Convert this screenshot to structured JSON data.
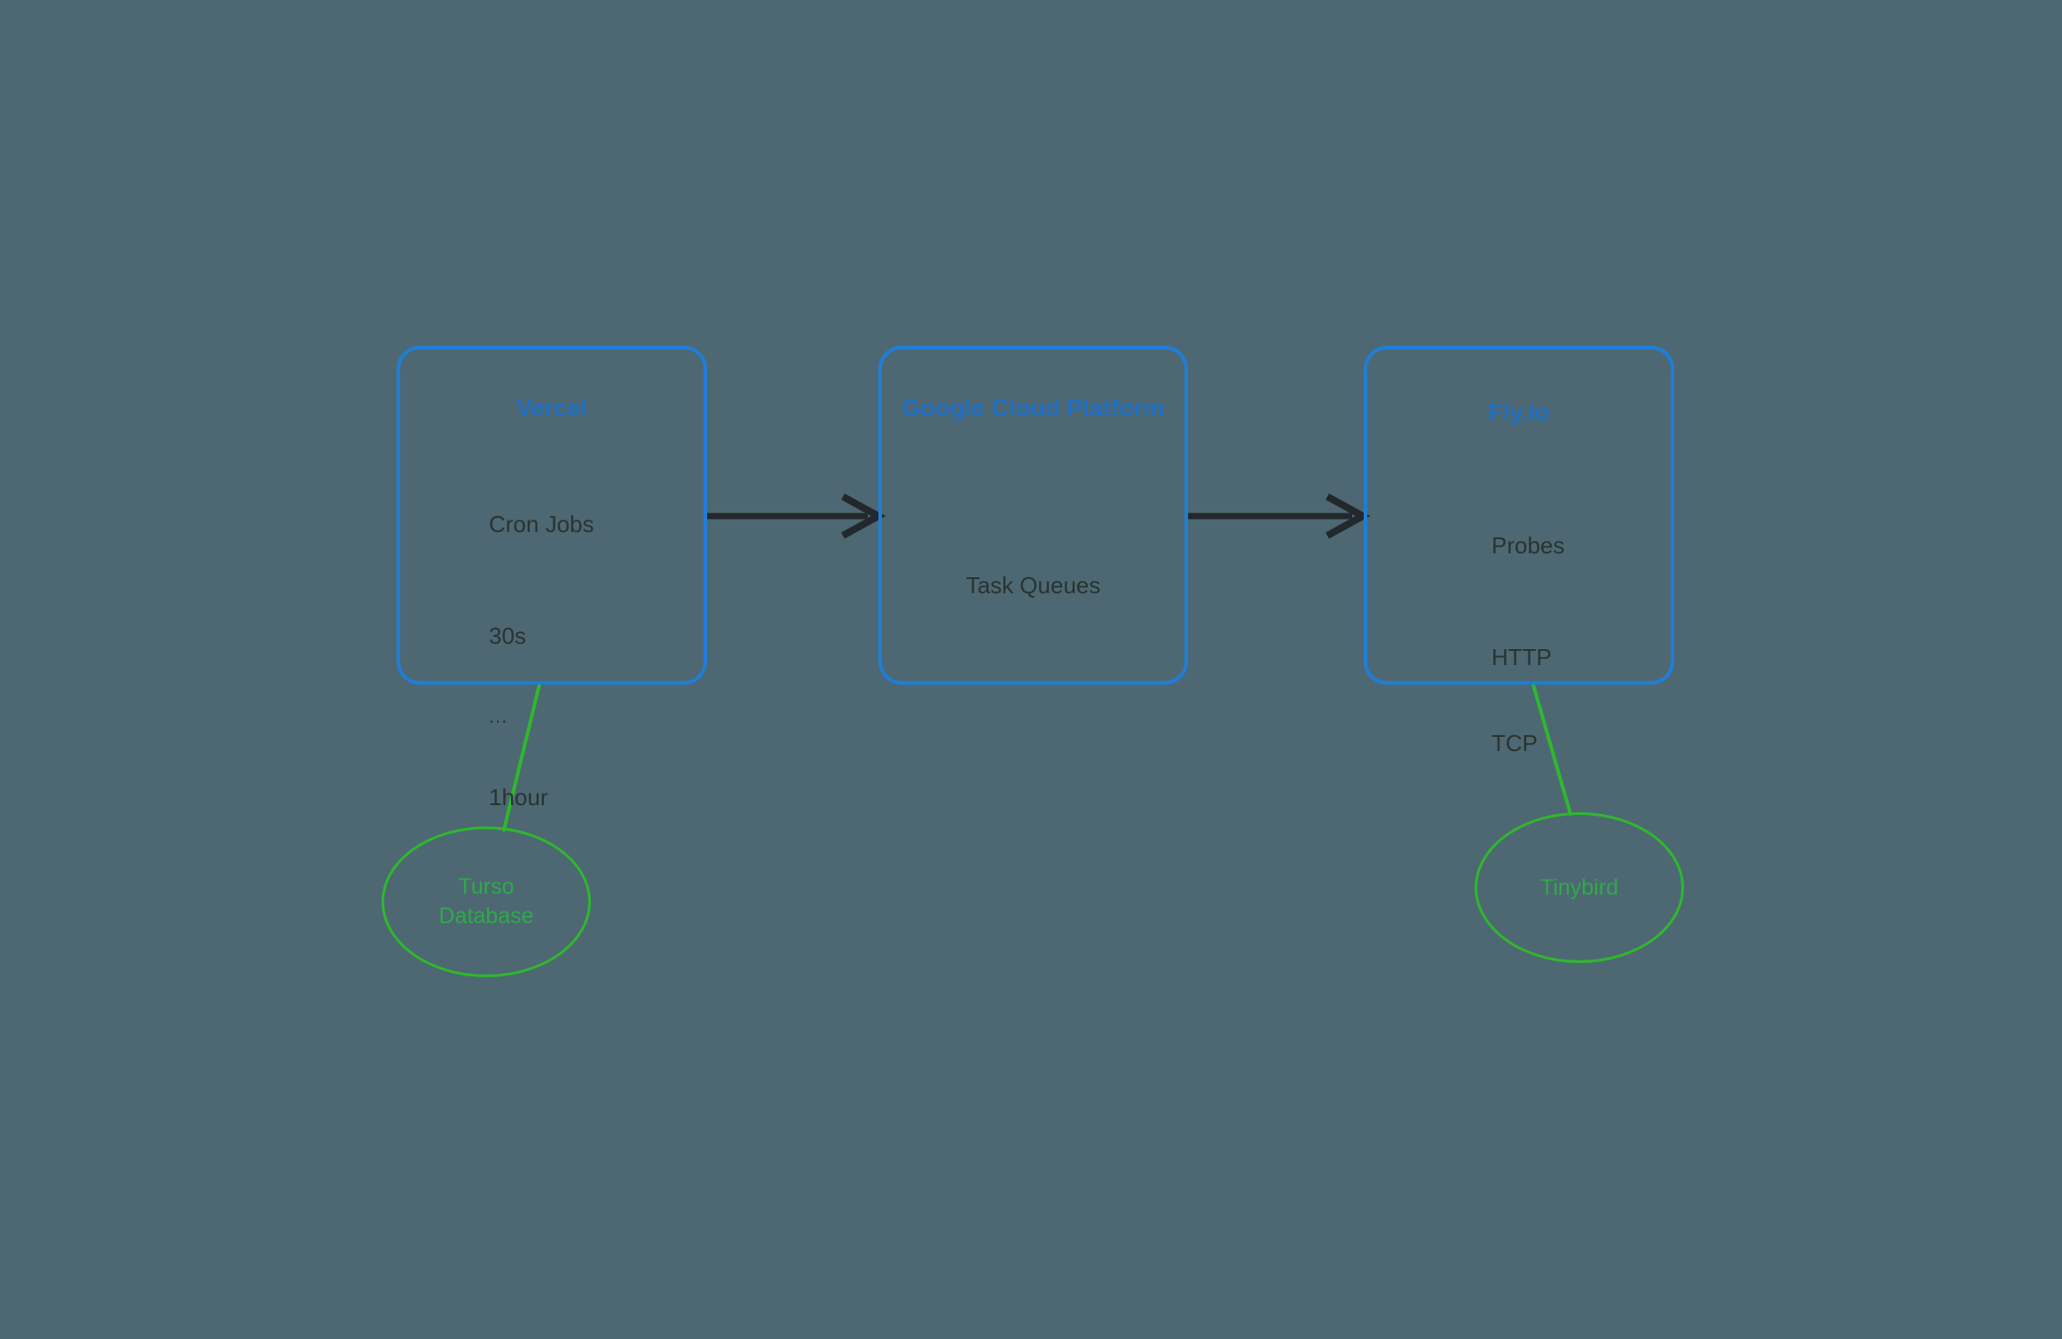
{
  "diagram": {
    "background_color": "#4d6872",
    "box_border_color": "#1f7ed8",
    "box_title_color": "#1f6fc4",
    "box_body_color": "#2a3331",
    "ellipse_border_color": "#2eb82e",
    "ellipse_label_color": "#2eaa4a",
    "arrow_color": "#22282b",
    "connector_color": "#2eb82e"
  },
  "nodes": {
    "vercel": {
      "title": "Vercel",
      "body": [
        {
          "text": "Cron Jobs",
          "kind": "heading"
        },
        {
          "text": "30s",
          "kind": "item"
        },
        {
          "text": "...",
          "kind": "ellipsis"
        },
        {
          "text": "1hour",
          "kind": "item"
        }
      ]
    },
    "gcp": {
      "title": "Google Cloud Platform",
      "body": [
        {
          "text": "Task Queues",
          "kind": "heading"
        }
      ]
    },
    "flyio": {
      "title": "Fly.io",
      "body": [
        {
          "text": "Probes",
          "kind": "heading"
        },
        {
          "text": "HTTP",
          "kind": "item"
        },
        {
          "text": "TCP",
          "kind": "item"
        }
      ]
    },
    "turso": {
      "label": "Turso\nDatabase"
    },
    "tinybird": {
      "label": "Tinybird"
    }
  },
  "edges": [
    {
      "from": "vercel",
      "to": "gcp",
      "style": "arrow",
      "label": ""
    },
    {
      "from": "gcp",
      "to": "flyio",
      "style": "arrow",
      "label": ""
    },
    {
      "from": "vercel",
      "to": "turso",
      "style": "line",
      "label": ""
    },
    {
      "from": "flyio",
      "to": "tinybird",
      "style": "line",
      "label": ""
    }
  ]
}
